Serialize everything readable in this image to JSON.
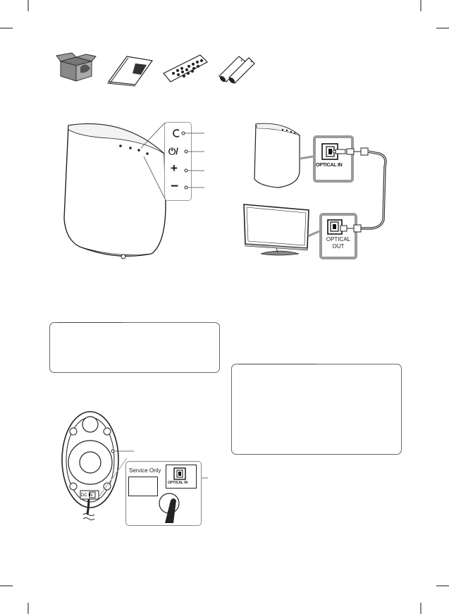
{
  "accessories": [
    "speaker-box-icon",
    "manual-icon",
    "remote-control-icon",
    "batteries-icon"
  ],
  "speaker_panel": {
    "buttons": [
      "function-icon",
      "power-icon",
      "volume-up-icon",
      "volume-down-icon"
    ],
    "symbols": {
      "power": "⏻/",
      "plus": "+",
      "minus": "−"
    }
  },
  "connection": {
    "optical_in_label": "OPTICAL IN",
    "optical_out_label_line1": "OPTICAL",
    "optical_out_label_line2": "OUT"
  },
  "bottom_panel": {
    "service_label": "Service Only",
    "optical_in_label": "OPTICAL IN",
    "small_port_label": "DC IN"
  },
  "colors": {
    "line": "#222222",
    "frame": "#999999",
    "fill_light": "#f2f2f2",
    "fill_dark": "#333333"
  }
}
